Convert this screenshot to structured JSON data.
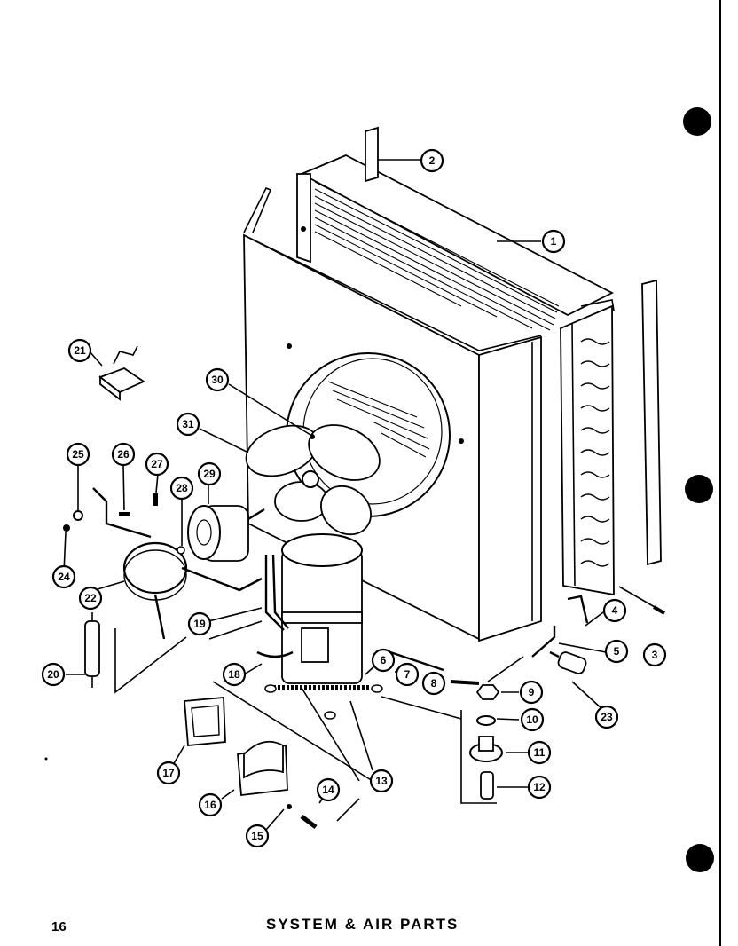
{
  "footer": {
    "page_number": "16",
    "title": "SYSTEM & AIR PARTS"
  },
  "callouts": [
    "1",
    "2",
    "3",
    "4",
    "5",
    "6",
    "7",
    "8",
    "9",
    "10",
    "11",
    "12",
    "13",
    "14",
    "15",
    "16",
    "17",
    "18",
    "19",
    "20",
    "21",
    "22",
    "23",
    "24",
    "25",
    "26",
    "27",
    "28",
    "29",
    "30",
    "31"
  ],
  "colors": {
    "ink": "#000000",
    "paper": "#ffffff"
  }
}
